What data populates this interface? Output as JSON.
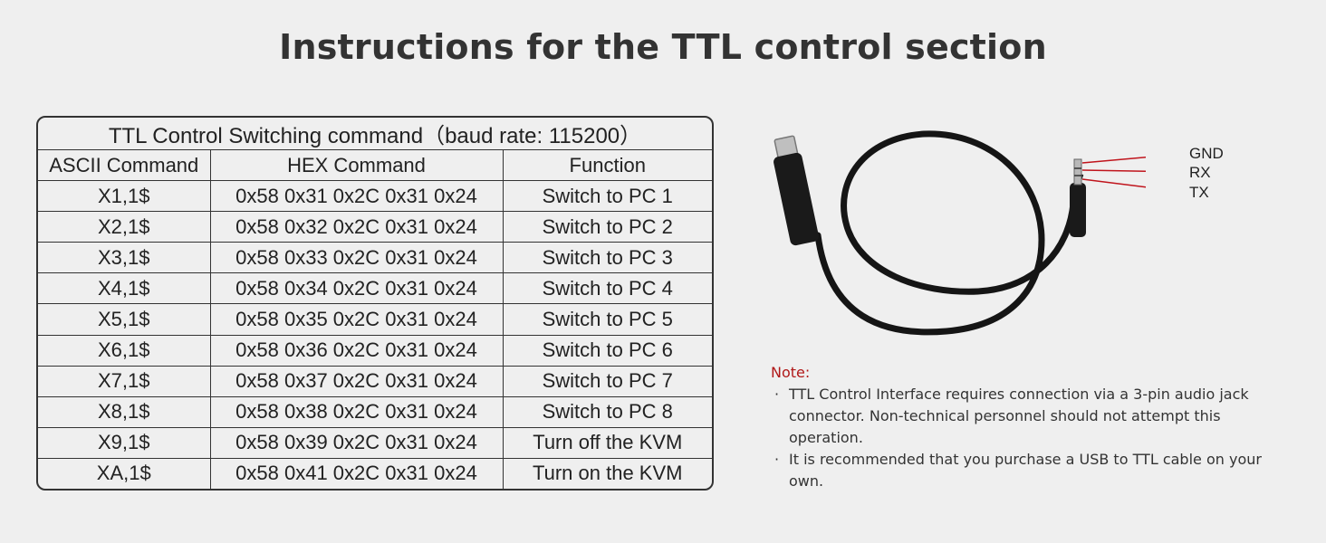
{
  "title": "Instructions for the TTL control section",
  "table": {
    "caption": "TTL Control Switching command（baud rate: 115200）",
    "headers": [
      "ASCII Command",
      "HEX Command",
      "Function"
    ],
    "rows": [
      [
        "X1,1$",
        "0x58 0x31 0x2C 0x31 0x24",
        "Switch to PC 1"
      ],
      [
        "X2,1$",
        "0x58 0x32 0x2C 0x31 0x24",
        "Switch to PC 2"
      ],
      [
        "X3,1$",
        "0x58 0x33 0x2C 0x31 0x24",
        "Switch to PC 3"
      ],
      [
        "X4,1$",
        "0x58 0x34 0x2C 0x31 0x24",
        "Switch to PC 4"
      ],
      [
        "X5,1$",
        "0x58 0x35 0x2C 0x31 0x24",
        "Switch to PC 5"
      ],
      [
        "X6,1$",
        "0x58 0x36 0x2C 0x31 0x24",
        "Switch to PC 6"
      ],
      [
        "X7,1$",
        "0x58 0x37 0x2C 0x31 0x24",
        "Switch to PC 7"
      ],
      [
        "X8,1$",
        "0x58 0x38 0x2C 0x31 0x24",
        "Switch to PC 8"
      ],
      [
        "X9,1$",
        "0x58 0x39 0x2C 0x31 0x24",
        "Turn off the KVM"
      ],
      [
        "XA,1$",
        "0x58 0x41 0x2C 0x31 0x24",
        "Turn on the KVM"
      ]
    ]
  },
  "cable": {
    "icon": "usb-ttl-cable-icon",
    "pins": [
      "GND",
      "RX",
      "TX"
    ],
    "wire_color": "#c0141c"
  },
  "note": {
    "title": "Note:",
    "bullet": "·",
    "items": [
      "TTL Control Interface requires connection via a 3-pin audio jack connector. Non-technical personnel should not attempt this operation.",
      "It is recommended that you purchase a USB to TTL cable on your own."
    ]
  }
}
